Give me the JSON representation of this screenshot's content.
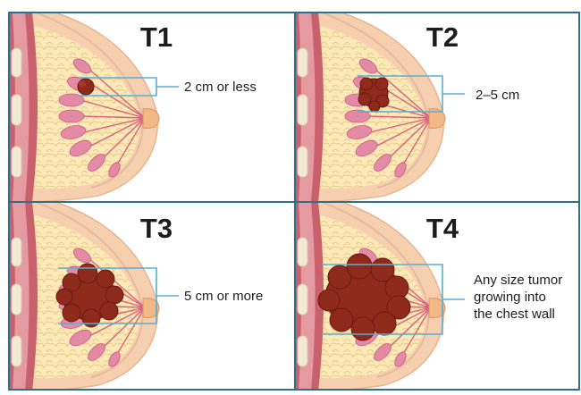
{
  "colors": {
    "border": "#2f6f8c",
    "skin": "#f6cfae",
    "skin_edge": "#e9b58f",
    "fat": "#fbeab8",
    "fat_cell": "#e9c98a",
    "wall_dark": "#c9616d",
    "wall_mid": "#e49aa0",
    "wall_light": "#f3c2c0",
    "rib": "#f2ead2",
    "lobule": "#e48aa7",
    "lobule_dark": "#c85a80",
    "duct": "#d9607e",
    "tumor": "#8e2a1b",
    "tumor_edge": "#6a1a0f",
    "callout": "#5aaed3",
    "text": "#1c1c1c"
  },
  "panels": [
    {
      "id": "t1",
      "stage": "T1",
      "lines": [
        "2 cm or less"
      ],
      "tumor_size": 0.18
    },
    {
      "id": "t2",
      "stage": "T2",
      "lines": [
        "2–5 cm"
      ],
      "tumor_size": 0.34
    },
    {
      "id": "t3",
      "stage": "T3",
      "lines": [
        "5 cm or more"
      ],
      "tumor_size": 0.62
    },
    {
      "id": "t4",
      "stage": "T4",
      "lines": [
        "Any size tumor",
        "growing into",
        "the chest wall"
      ],
      "tumor_size": 1.0
    }
  ]
}
